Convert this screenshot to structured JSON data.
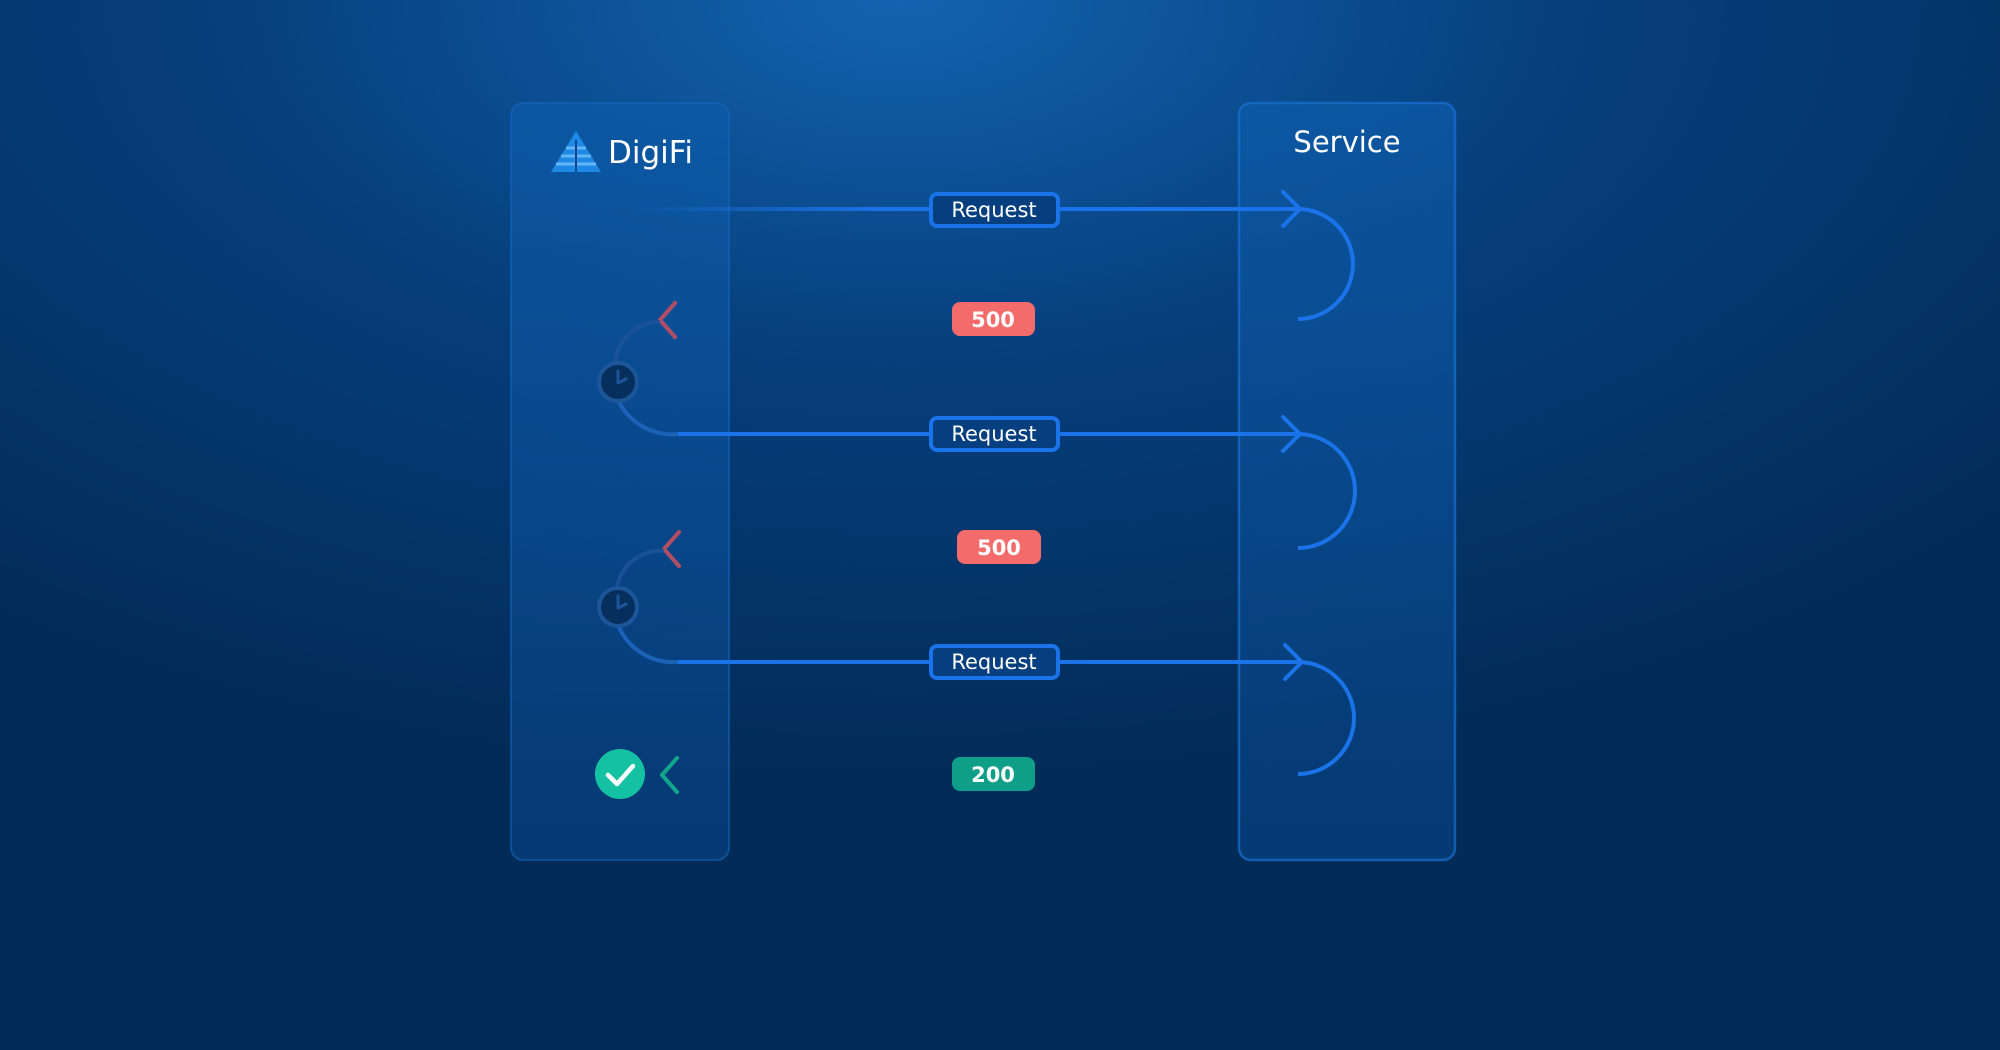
{
  "brand": {
    "name": "DigiFi",
    "logo_icon": "digifi-triangle-logo-icon"
  },
  "service": {
    "title": "Service"
  },
  "colors": {
    "background": "#022b57",
    "request": "#1a73e8",
    "error": "#f46b6b",
    "error_line": "#a8506a",
    "success": "#0f9e87",
    "success_icon": "#14c1a3"
  },
  "flow": [
    {
      "kind": "request",
      "label": "Request"
    },
    {
      "kind": "error",
      "label": "500"
    },
    {
      "kind": "wait",
      "icon": "clock-icon"
    },
    {
      "kind": "request",
      "label": "Request"
    },
    {
      "kind": "error",
      "label": "500"
    },
    {
      "kind": "wait",
      "icon": "clock-icon"
    },
    {
      "kind": "request",
      "label": "Request"
    },
    {
      "kind": "success",
      "label": "200",
      "icon": "check-circle-icon"
    }
  ]
}
